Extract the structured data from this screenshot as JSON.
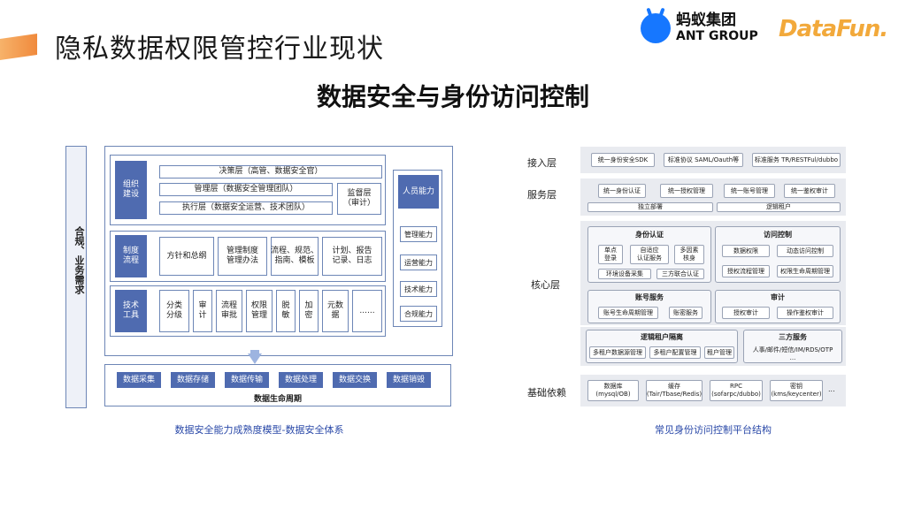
{
  "header": {
    "title": "隐私数据权限管控行业现状",
    "subtitle": "数据安全与身份访问控制"
  },
  "logos": {
    "ant_cn": "蚂蚁集团",
    "ant_en": "ANT GROUP",
    "datafun": "DataFun."
  },
  "left": {
    "side": "合规、业务需求",
    "org": "组织\n建设",
    "layer1": "决策层（高管、数据安全官）",
    "layer2": "管理层（数据安全管理团队）",
    "layer3": "执行层（数据安全运营、技术团队）",
    "audit": "监督层\n（审计）",
    "proc": "制度\n流程",
    "p1": "方针和总纲",
    "p2": "管理制度\n管理办法",
    "p3": "流程、规范、\n指南、模板",
    "p4": "计划、报告\n记录、日志",
    "tech": "技术\n工具",
    "t": [
      "分类\n分级",
      "审\n计",
      "流程\n审批",
      "权限\n管理",
      "脱\n敏",
      "加\n密",
      "元数\n据",
      "......"
    ],
    "people": "人员能力",
    "caps": [
      "管理能力",
      "运营能力",
      "技术能力",
      "合规能力"
    ],
    "life": [
      "数据采集",
      "数据存储",
      "数据传输",
      "数据处理",
      "数据交换",
      "数据销毁"
    ],
    "life_title": "数据生命周期",
    "caption": "数据安全能力成熟度模型-数据安全体系"
  },
  "right": {
    "labels": [
      "接入层",
      "服务层",
      "核心层",
      "基础依赖"
    ],
    "access": [
      "统一身份安全SDK",
      "标准协议 SAML/Oauth等",
      "标准服务 TR/RESTFul/dubbo"
    ],
    "service": [
      "统一身份认证",
      "统一授权管理",
      "统一账号管理",
      "统一鉴权审计"
    ],
    "service2": [
      "独立部署",
      "逻辑租户"
    ],
    "auth_title": "身份认证",
    "auth": [
      "单点\n登录",
      "自适应\n认证服务",
      "多因素\n核身",
      "环境设备采集",
      "三方联合认证"
    ],
    "access_ctrl_title": "访问控制",
    "access_ctrl": [
      "数据权限",
      "动态访问控制",
      "授权流程管理",
      "权限生命周期管理"
    ],
    "account_title": "账号服务",
    "account": [
      "账号生命周期管理",
      "账密服务"
    ],
    "audit_title": "审计",
    "audit": [
      "授权审计",
      "操作鉴权审计"
    ],
    "tenant_title": "逻辑租户隔离",
    "tenant": [
      "多租户数据源管理",
      "多租户配置管理",
      "租户管理"
    ],
    "third_title": "三方服务",
    "third": "人事/邮件/短信/IM/RDS/OTP\n...",
    "base": [
      "数据库\n(mysql/OB)",
      "缓存\n(Tair/Tbase/Redis)",
      "RPC\n(sofarpc/dubbo)",
      "密钥\n(kms/keycenter)",
      "..."
    ],
    "caption": "常见身份访问控制平台结构"
  }
}
